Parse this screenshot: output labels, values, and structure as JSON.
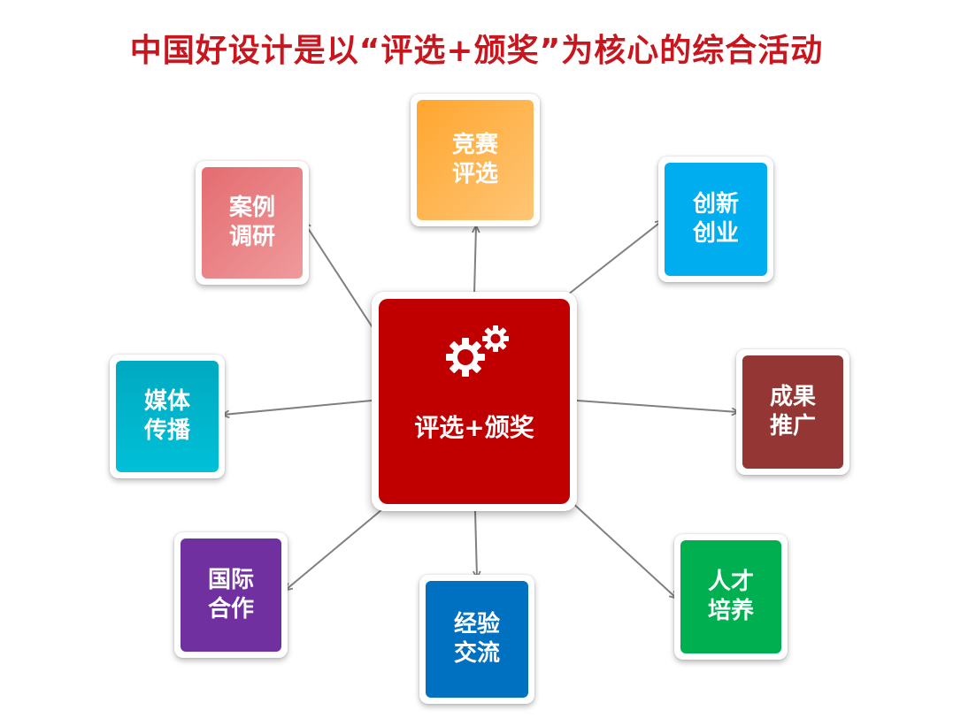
{
  "title": "中国好设计是以“评选+颁奖”为核心的综合活动",
  "center": {
    "label": "评选+颁奖",
    "color": "#c00000",
    "icon": "gears-icon"
  },
  "nodes": [
    {
      "id": "competition-review",
      "label": "竞赛评选",
      "color": "#ffb347"
    },
    {
      "id": "innovation-startup",
      "label": "创新创业",
      "color": "#00aeef"
    },
    {
      "id": "result-promotion",
      "label": "成果推广",
      "color": "#943634"
    },
    {
      "id": "talent-training",
      "label": "人才培养",
      "color": "#00b050"
    },
    {
      "id": "experience-exchange",
      "label": "经验交流",
      "color": "#0070c0"
    },
    {
      "id": "international-cooperation",
      "label": "国际合作",
      "color": "#7030a0"
    },
    {
      "id": "media-communication",
      "label": "媒体传播",
      "color": "#00b0c8"
    },
    {
      "id": "case-research",
      "label": "案例调研",
      "color": "#e8797b"
    }
  ],
  "colors": {
    "title": "#c8161e",
    "connector": "#808080"
  }
}
